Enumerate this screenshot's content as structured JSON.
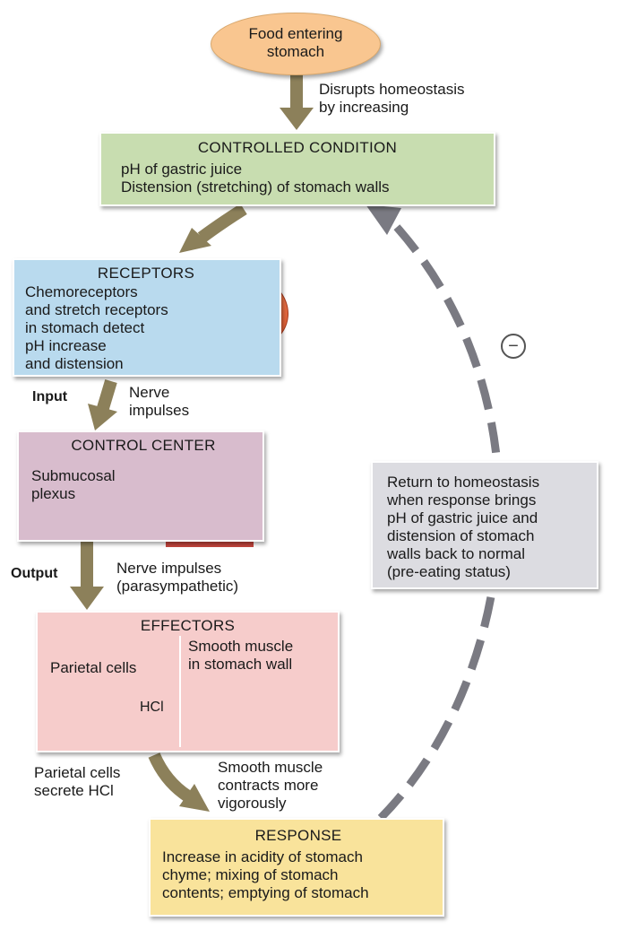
{
  "stimulus": {
    "line1": "Food entering",
    "line2": "stomach"
  },
  "disrupt_label": {
    "line1": "Disrupts homeostasis",
    "line2": "by increasing"
  },
  "controlled": {
    "title": "CONTROLLED CONDITION",
    "line1": "pH of gastric juice",
    "line2": "Distension (stretching) of stomach walls"
  },
  "receptors": {
    "title": "RECEPTORS",
    "lines": [
      "Chemoreceptors",
      "and stretch receptors",
      "in stomach detect",
      "pH increase",
      "and distension"
    ]
  },
  "input_label": {
    "word": "Input",
    "line1": "Nerve",
    "line2": "impulses"
  },
  "control_center": {
    "title": "CONTROL CENTER",
    "line1": "Submucosal",
    "line2": "plexus"
  },
  "output_label": {
    "word": "Output",
    "line1": "Nerve impulses",
    "line2": "(parasympathetic)"
  },
  "effectors": {
    "title": "EFFECTORS",
    "left": "Parietal cells",
    "hcl": "HCl",
    "right_line1": "Smooth muscle",
    "right_line2": "in stomach wall"
  },
  "parietal_label": {
    "line1": "Parietal cells",
    "line2": "secrete HCl"
  },
  "smooth_label": {
    "line1": "Smooth muscle",
    "line2": "contracts more",
    "line3": "vigorously"
  },
  "response": {
    "title": "RESPONSE",
    "lines": [
      "Increase in acidity of stomach",
      "chyme; mixing of stomach",
      "contents; emptying of stomach"
    ]
  },
  "return_box": {
    "lines": [
      "Return to homeostasis",
      "when response brings",
      "pH of gastric juice and",
      "distension of stomach",
      "walls back to normal",
      "(pre-eating status)"
    ]
  },
  "feedback_sign": "−",
  "colors": {
    "stimulus": "#f9c690",
    "controlled": "#c8ddb0",
    "receptors": "#b9daee",
    "control_center": "#d8bccd",
    "effectors": "#f6cccb",
    "response": "#f9e39b",
    "return_box": "#dcdce1",
    "arrow": "#8c805a",
    "feedback": "#7a7a82"
  }
}
